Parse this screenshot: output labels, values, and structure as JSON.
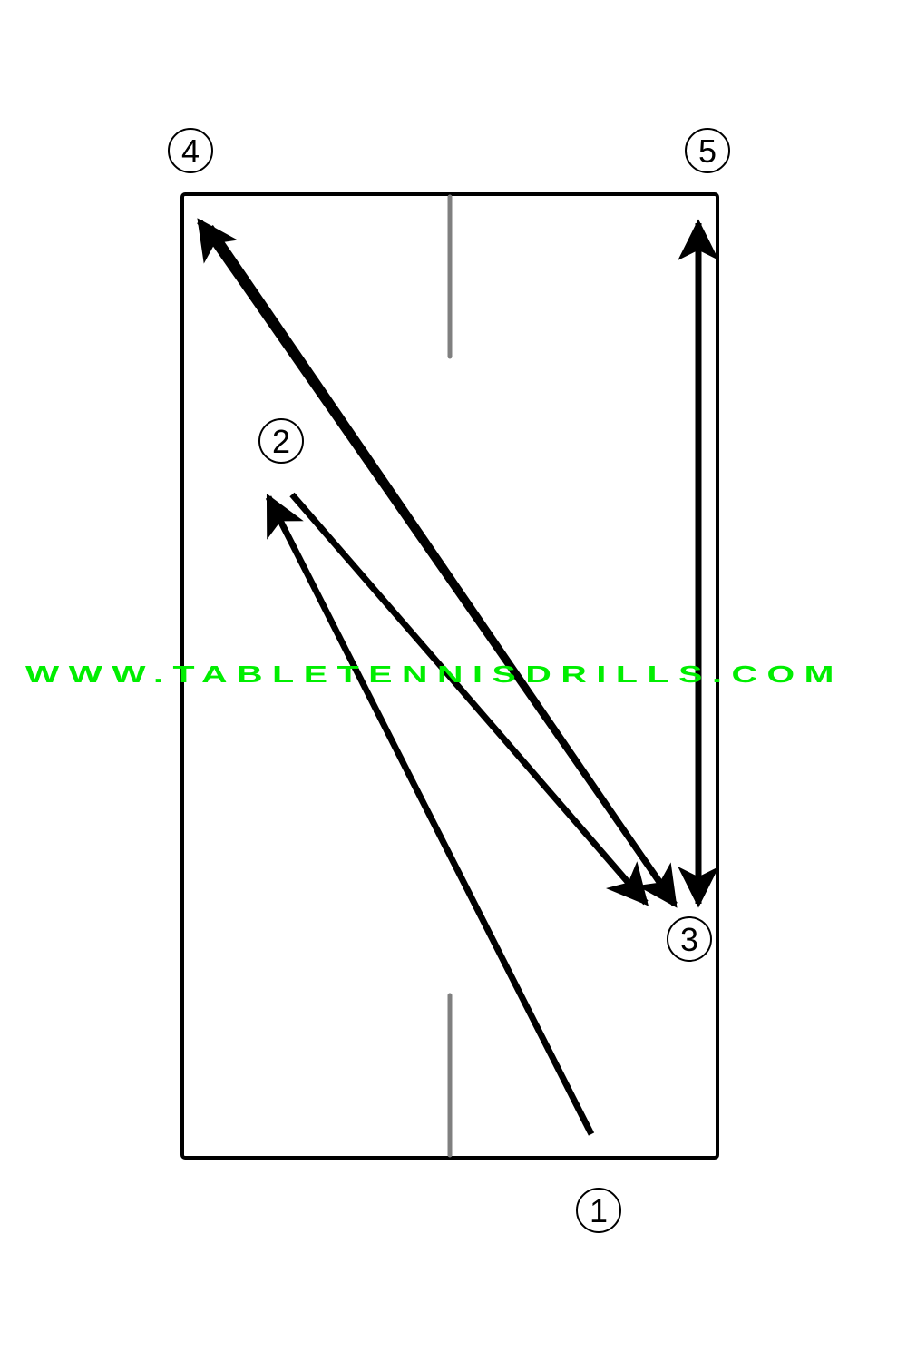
{
  "diagram": {
    "markers": [
      "1",
      "2",
      "3",
      "4",
      "5"
    ],
    "watermark": "WWW.TABLETENNISDRILLS.COM"
  },
  "colors": {
    "background": "#ffffff",
    "table_outline": "#000000",
    "center_line": "#808080",
    "path": "#000000",
    "watermark": "#00ee00"
  }
}
